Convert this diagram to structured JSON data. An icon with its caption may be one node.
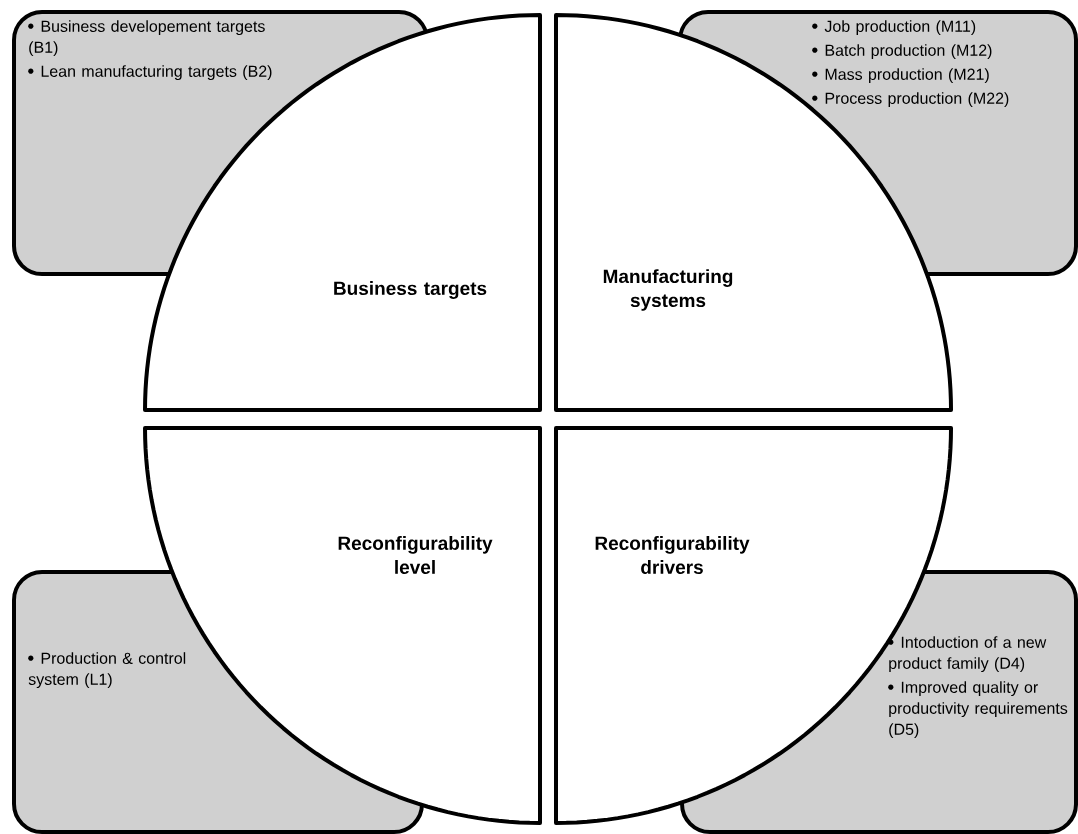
{
  "diagram": {
    "nodes": [
      {
        "text": [
          "Business developement targets (B1)",
          "Lean manufacturing targets (B2)"
        ]
      },
      {
        "text": [
          "Job production (M11)",
          "Batch production (M12)",
          "Mass production (M21)",
          "Process production (M22)"
        ]
      },
      {
        "text": [
          "Business targets"
        ]
      },
      {
        "text": [
          "Manufacturing systems"
        ]
      },
      {
        "text": [
          "Reconfigurability level"
        ]
      },
      {
        "text": [
          "Reconfigurability drivers"
        ]
      },
      {
        "text": [
          "Production & control system (L1)"
        ]
      },
      {
        "text": [
          "Intoduction of a new product family (D4)",
          "Improved quality or productivity requirements (D5)"
        ]
      }
    ]
  }
}
